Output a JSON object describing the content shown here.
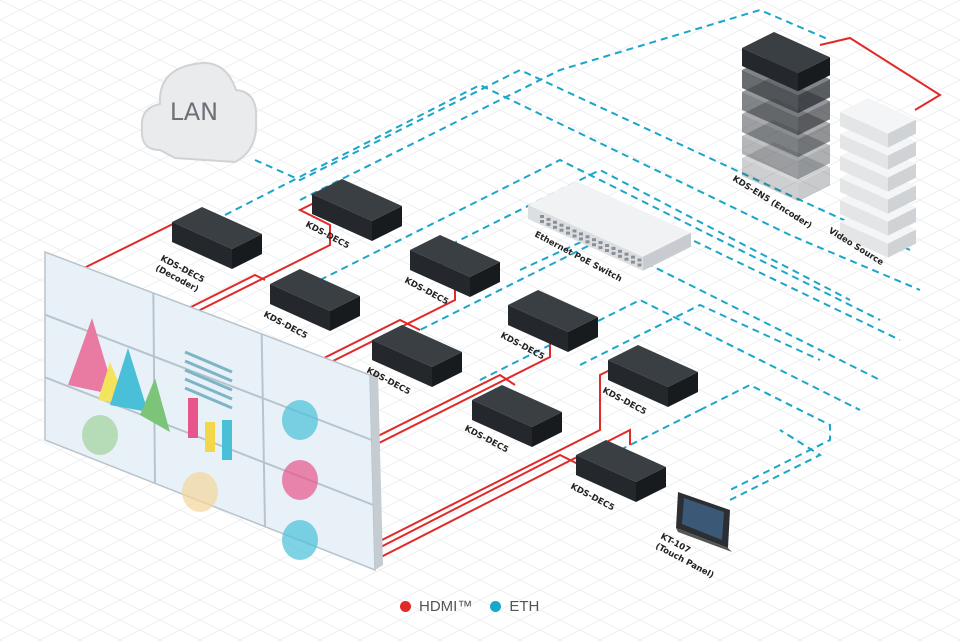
{
  "cloud": {
    "label": "LAN"
  },
  "devices": {
    "encoder": "KDS-EN5 (Encoder)",
    "video_source": "Video Source",
    "switch": "Ethernet PoE Switch",
    "touch_panel": [
      "KT-107",
      "(Touch Panel)"
    ],
    "decoder_main": [
      "KDS-DEC5",
      "(Decoder)"
    ],
    "decoders": [
      "KDS-DEC5",
      "KDS-DEC5",
      "KDS-DEC5",
      "KDS-DEC5",
      "KDS-DEC5",
      "KDS-DEC5",
      "KDS-DEC5",
      "KDS-DEC5"
    ]
  },
  "legend": [
    {
      "label": "HDMI™",
      "color": "#e02a2a"
    },
    {
      "label": "ETH",
      "color": "#1aa6c8"
    }
  ],
  "colors": {
    "hdmi": "#e02a2a",
    "eth": "#1aa6c8",
    "device": "#2b2f33"
  }
}
